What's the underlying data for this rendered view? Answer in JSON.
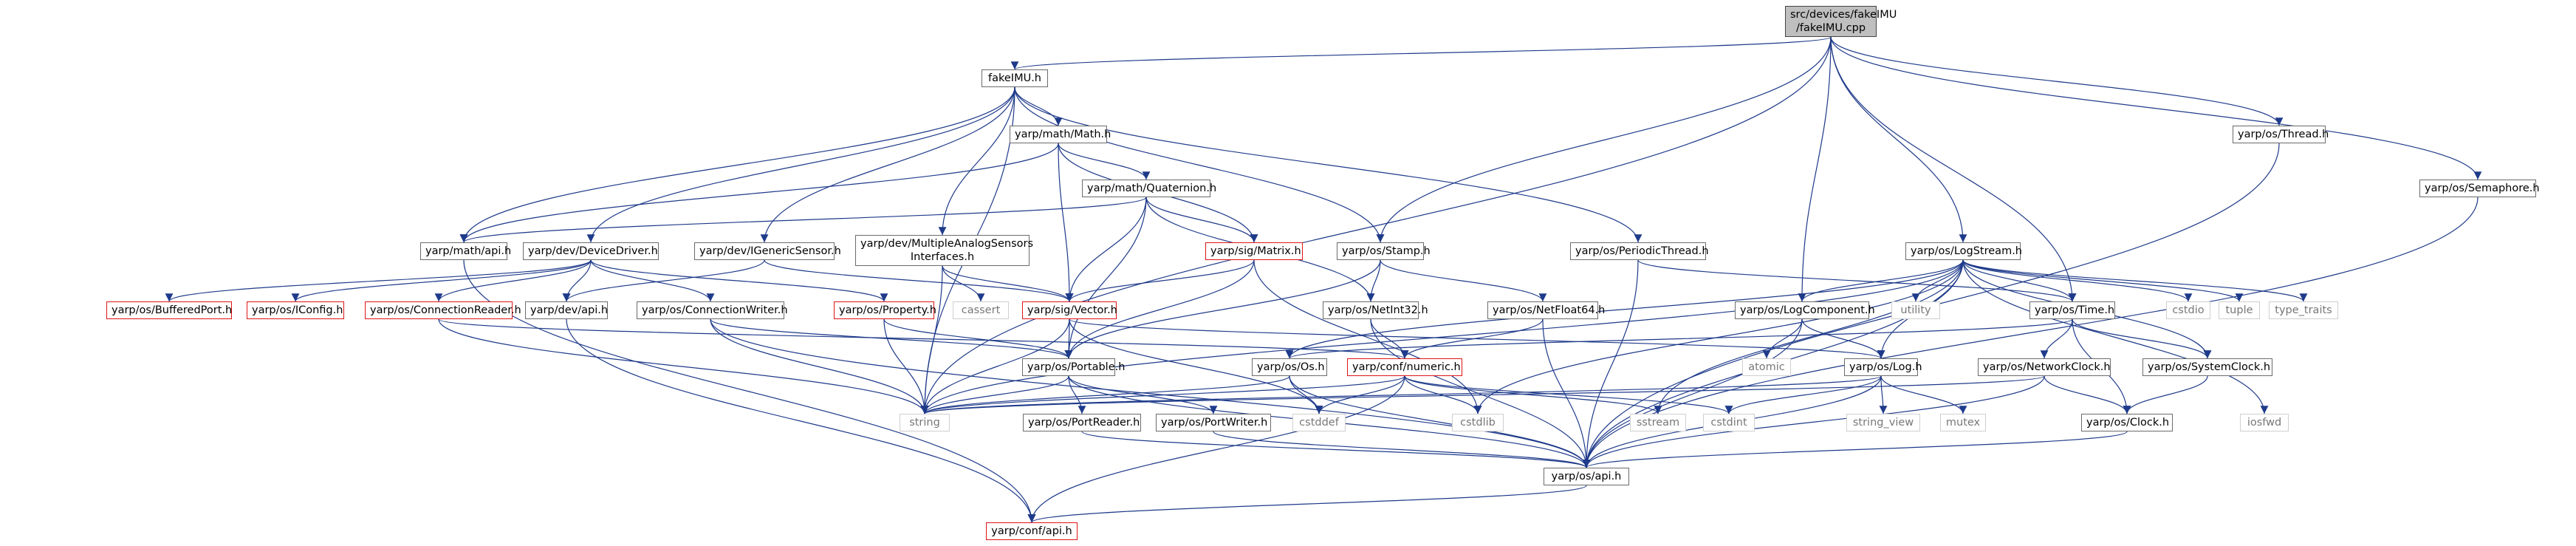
{
  "colors": {
    "edge_blue": "#1e3a8a",
    "edge_red": "#b22222",
    "std_border": "#cfcfcf",
    "root_fill": "#bfbfbf",
    "missing_border": "#e01414"
  },
  "nodes": {
    "root": [
      "src/devices/fakeIMU",
      "/fakeIMU.cpp"
    ],
    "fakeIMU_h": [
      "fakeIMU.h"
    ],
    "math_Math": [
      "yarp/math/Math.h"
    ],
    "math_Quaternion": [
      "yarp/math/Quaternion.h"
    ],
    "math_api": [
      "yarp/math/api.h"
    ],
    "dev_DeviceDriver": [
      "yarp/dev/DeviceDriver.h"
    ],
    "dev_IGenericSensor": [
      "yarp/dev/IGenericSensor.h"
    ],
    "dev_MultipleAnalog": [
      "yarp/dev/MultipleAnalogSensors",
      "Interfaces.h"
    ],
    "sig_Matrix": [
      "yarp/sig/Matrix.h"
    ],
    "os_Stamp": [
      "yarp/os/Stamp.h"
    ],
    "os_PeriodicThread": [
      "yarp/os/PeriodicThread.h"
    ],
    "os_Thread": [
      "yarp/os/Thread.h"
    ],
    "os_Semaphore": [
      "yarp/os/Semaphore.h"
    ],
    "os_LogStream": [
      "yarp/os/LogStream.h"
    ],
    "os_BufferedPort": [
      "yarp/os/BufferedPort.h"
    ],
    "os_IConfig": [
      "yarp/os/IConfig.h"
    ],
    "os_ConnectionReader": [
      "yarp/os/ConnectionReader.h"
    ],
    "dev_api": [
      "yarp/dev/api.h"
    ],
    "os_ConnectionWriter": [
      "yarp/os/ConnectionWriter.h"
    ],
    "os_Property": [
      "yarp/os/Property.h"
    ],
    "cassert": [
      "cassert"
    ],
    "sig_Vector": [
      "yarp/sig/Vector.h"
    ],
    "os_NetInt32": [
      "yarp/os/NetInt32.h"
    ],
    "os_NetFloat64": [
      "yarp/os/NetFloat64.h"
    ],
    "os_LogComponent": [
      "yarp/os/LogComponent.h"
    ],
    "utility": [
      "utility"
    ],
    "os_Time": [
      "yarp/os/Time.h"
    ],
    "cstdio": [
      "cstdio"
    ],
    "tuple": [
      "tuple"
    ],
    "type_traits": [
      "type_traits"
    ],
    "os_Portable": [
      "yarp/os/Portable.h"
    ],
    "os_Os": [
      "yarp/os/Os.h"
    ],
    "conf_numeric": [
      "yarp/conf/numeric.h"
    ],
    "atomic": [
      "atomic"
    ],
    "os_Log": [
      "yarp/os/Log.h"
    ],
    "os_NetworkClock": [
      "yarp/os/NetworkClock.h"
    ],
    "os_SystemClock": [
      "yarp/os/SystemClock.h"
    ],
    "string": [
      "string"
    ],
    "os_PortReader": [
      "yarp/os/PortReader.h"
    ],
    "os_PortWriter": [
      "yarp/os/PortWriter.h"
    ],
    "cstddef": [
      "cstddef"
    ],
    "cstdlib": [
      "cstdlib"
    ],
    "sstream": [
      "sstream"
    ],
    "cstdint": [
      "cstdint"
    ],
    "string_view": [
      "string_view"
    ],
    "mutex": [
      "mutex"
    ],
    "os_Clock": [
      "yarp/os/Clock.h"
    ],
    "iosfwd": [
      "iosfwd"
    ],
    "os_api": [
      "yarp/os/api.h"
    ],
    "conf_api": [
      "yarp/conf/api.h"
    ]
  },
  "edges": [
    [
      "root",
      "fakeIMU_h"
    ],
    [
      "root",
      "string"
    ],
    [
      "root",
      "os_Stamp"
    ],
    [
      "root",
      "os_LogStream"
    ],
    [
      "root",
      "os_LogComponent"
    ],
    [
      "root",
      "os_Time"
    ],
    [
      "root",
      "os_Thread"
    ],
    [
      "root",
      "os_Semaphore"
    ],
    [
      "fakeIMU_h",
      "math_Math"
    ],
    [
      "fakeIMU_h",
      "math_api"
    ],
    [
      "fakeIMU_h",
      "dev_DeviceDriver"
    ],
    [
      "fakeIMU_h",
      "dev_IGenericSensor"
    ],
    [
      "fakeIMU_h",
      "dev_MultipleAnalog"
    ],
    [
      "fakeIMU_h",
      "os_Stamp"
    ],
    [
      "fakeIMU_h",
      "os_PeriodicThread"
    ],
    [
      "fakeIMU_h",
      "string"
    ],
    [
      "math_Math",
      "math_api"
    ],
    [
      "math_Math",
      "math_Quaternion"
    ],
    [
      "math_Math",
      "sig_Matrix"
    ],
    [
      "math_Math",
      "sig_Vector"
    ],
    [
      "math_Quaternion",
      "math_api"
    ],
    [
      "math_Quaternion",
      "sig_Matrix"
    ],
    [
      "math_Quaternion",
      "sig_Vector"
    ],
    [
      "math_Quaternion",
      "os_Portable"
    ],
    [
      "math_Quaternion",
      "os_NetInt32"
    ],
    [
      "math_api",
      "conf_api"
    ],
    [
      "dev_DeviceDriver",
      "os_BufferedPort"
    ],
    [
      "dev_DeviceDriver",
      "os_IConfig"
    ],
    [
      "dev_DeviceDriver",
      "os_ConnectionReader"
    ],
    [
      "dev_DeviceDriver",
      "dev_api"
    ],
    [
      "dev_DeviceDriver",
      "os_ConnectionWriter"
    ],
    [
      "dev_DeviceDriver",
      "os_Property"
    ],
    [
      "dev_IGenericSensor",
      "dev_api"
    ],
    [
      "dev_IGenericSensor",
      "sig_Vector"
    ],
    [
      "dev_MultipleAnalog",
      "cassert"
    ],
    [
      "dev_MultipleAnalog",
      "sig_Vector"
    ],
    [
      "dev_MultipleAnalog",
      "string"
    ],
    [
      "sig_Matrix",
      "sig_Vector"
    ],
    [
      "sig_Matrix",
      "os_Portable"
    ],
    [
      "sig_Matrix",
      "cstdlib"
    ],
    [
      "os_Stamp",
      "os_NetInt32"
    ],
    [
      "os_Stamp",
      "os_NetFloat64"
    ],
    [
      "os_Stamp",
      "os_Portable"
    ],
    [
      "os_PeriodicThread",
      "os_api"
    ],
    [
      "os_PeriodicThread",
      "os_Time"
    ],
    [
      "os_Thread",
      "os_api"
    ],
    [
      "os_Semaphore",
      "os_api"
    ],
    [
      "os_LogStream",
      "os_LogComponent"
    ],
    [
      "os_LogStream",
      "utility"
    ],
    [
      "os_LogStream",
      "os_Time"
    ],
    [
      "os_LogStream",
      "cstdio"
    ],
    [
      "os_LogStream",
      "tuple"
    ],
    [
      "os_LogStream",
      "type_traits"
    ],
    [
      "os_LogStream",
      "os_Log"
    ],
    [
      "os_LogStream",
      "os_SystemClock"
    ],
    [
      "os_LogStream",
      "iosfwd"
    ],
    [
      "os_LogStream",
      "sstream"
    ],
    [
      "os_LogStream",
      "cstdlib"
    ],
    [
      "os_LogStream",
      "string"
    ],
    [
      "os_LogStream",
      "os_Os"
    ],
    [
      "os_LogStream",
      "os_api"
    ],
    [
      "os_ConnectionReader",
      "string"
    ],
    [
      "os_ConnectionReader",
      "conf_numeric"
    ],
    [
      "dev_api",
      "conf_api"
    ],
    [
      "os_ConnectionWriter",
      "string"
    ],
    [
      "os_ConnectionWriter",
      "os_api"
    ],
    [
      "os_ConnectionWriter",
      "os_Portable"
    ],
    [
      "os_Property",
      "string"
    ],
    [
      "os_Property",
      "os_Portable"
    ],
    [
      "sig_Vector",
      "os_Portable"
    ],
    [
      "sig_Vector",
      "string"
    ],
    [
      "sig_Vector",
      "cstddef"
    ],
    [
      "sig_Vector",
      "os_Log"
    ],
    [
      "os_NetInt32",
      "conf_numeric"
    ],
    [
      "os_NetInt32",
      "os_api"
    ],
    [
      "os_NetFloat64",
      "conf_numeric"
    ],
    [
      "os_NetFloat64",
      "os_api"
    ],
    [
      "os_LogComponent",
      "atomic"
    ],
    [
      "os_LogComponent",
      "os_Log"
    ],
    [
      "os_LogComponent",
      "os_api"
    ],
    [
      "os_Time",
      "os_NetworkClock"
    ],
    [
      "os_Time",
      "os_SystemClock"
    ],
    [
      "os_Time",
      "os_Clock"
    ],
    [
      "os_Time",
      "os_Os"
    ],
    [
      "os_Portable",
      "os_PortReader"
    ],
    [
      "os_Portable",
      "os_PortWriter"
    ],
    [
      "os_Portable",
      "os_api"
    ],
    [
      "os_Portable",
      "string"
    ],
    [
      "os_Os",
      "string"
    ],
    [
      "os_Os",
      "cstddef"
    ],
    [
      "os_Os",
      "os_api"
    ],
    [
      "conf_numeric",
      "cstddef"
    ],
    [
      "conf_numeric",
      "cstdlib"
    ],
    [
      "conf_numeric",
      "cstdint"
    ],
    [
      "conf_numeric",
      "sstream"
    ],
    [
      "conf_numeric",
      "string"
    ],
    [
      "conf_numeric",
      "conf_api"
    ],
    [
      "os_Log",
      "string_view"
    ],
    [
      "os_Log",
      "mutex"
    ],
    [
      "os_Log",
      "cstdint"
    ],
    [
      "os_Log",
      "os_api"
    ],
    [
      "os_Log",
      "string"
    ],
    [
      "os_NetworkClock",
      "os_Clock"
    ],
    [
      "os_NetworkClock",
      "os_api"
    ],
    [
      "os_NetworkClock",
      "string"
    ],
    [
      "os_SystemClock",
      "os_Clock"
    ],
    [
      "os_PortReader",
      "os_api"
    ],
    [
      "os_PortWriter",
      "os_api"
    ],
    [
      "os_Clock",
      "os_api"
    ],
    [
      "os_api",
      "conf_api"
    ]
  ]
}
